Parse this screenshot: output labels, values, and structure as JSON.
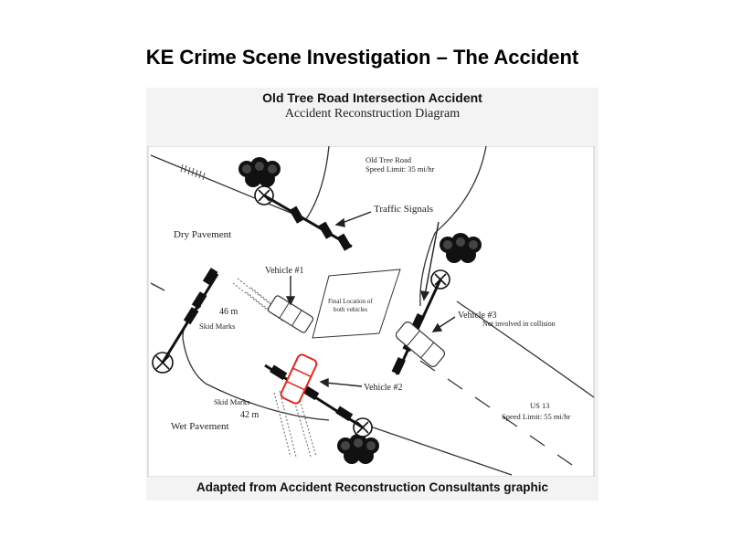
{
  "slide": {
    "title": "KE Crime Scene Investigation – The Accident"
  },
  "figure": {
    "title": "Old Tree Road Intersection Accident",
    "subtitle": "Accident Reconstruction Diagram",
    "caption": "Adapted from Accident Reconstruction Consultants graphic"
  },
  "diagram": {
    "old_tree_road_name": "Old Tree Road",
    "old_tree_road_speed": "Speed Limit: 35 mi/hr",
    "traffic_signals": "Traffic Signals",
    "dry_pavement": "Dry Pavement",
    "wet_pavement": "Wet Pavement",
    "vehicle1": "Vehicle #1",
    "vehicle2": "Vehicle #2",
    "vehicle3": "Vehicle #3",
    "vehicle3_note": "Not involved in collision",
    "final_location_line1": "Final Location of",
    "final_location_line2": "both vehicles",
    "skid1_distance": "46 m",
    "skid1_label": "Skid Marks",
    "skid2_label": "Skid Marks",
    "skid2_distance": "42 m",
    "us13_name": "US 13",
    "us13_speed": "Speed Limit: 55 mi/hr"
  },
  "colors": {
    "vehicle2_stroke": "#e8241c",
    "ink": "#222222",
    "background": "#f3f3f3"
  }
}
